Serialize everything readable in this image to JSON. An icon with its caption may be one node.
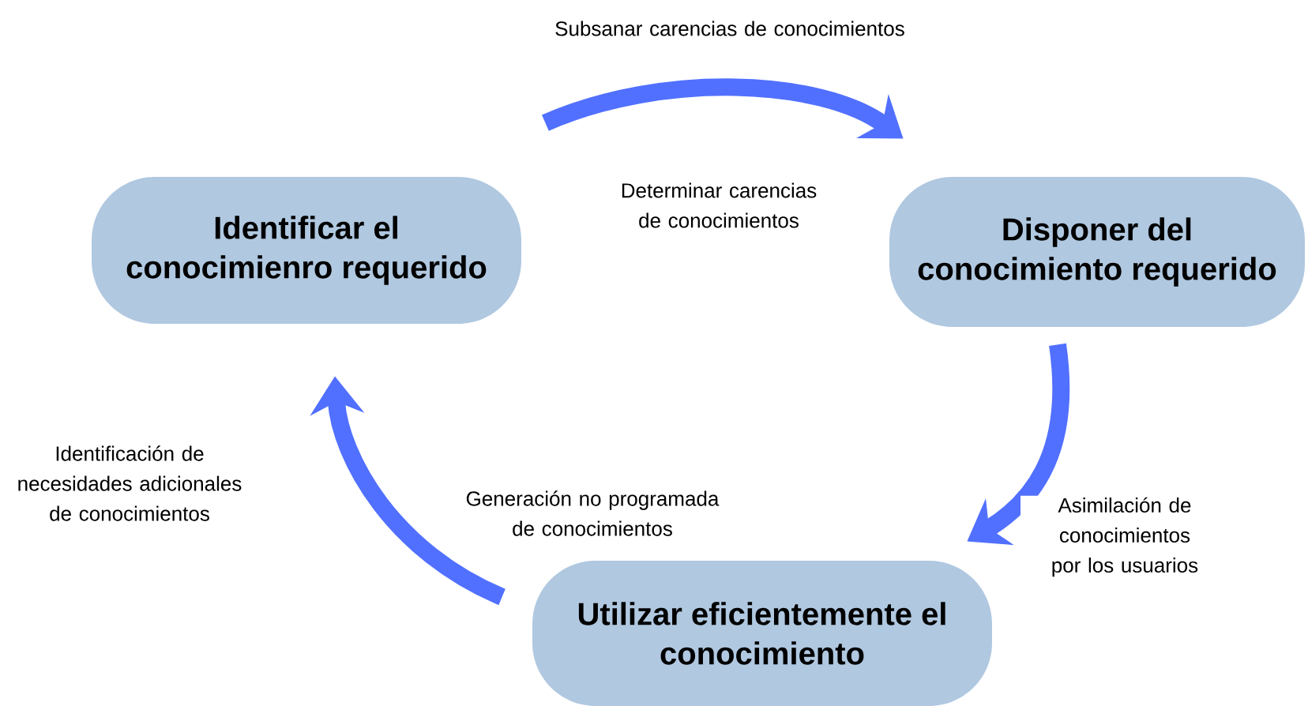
{
  "diagram": {
    "nodes": [
      {
        "text": [
          "Identificar el conocimienro requerido"
        ]
      },
      {
        "text": [
          "Disponer del conocimiento requerido"
        ]
      },
      {
        "text": [
          "Utilizar eficientemente el conocimiento"
        ]
      }
    ],
    "edges": [
      {
        "from": 0,
        "to": 1,
        "arrow": "to",
        "label": "Subsanar carencias de conocimientos"
      },
      {
        "from": 1,
        "to": 2,
        "arrow": "to",
        "label": "Asimilación de conocimientos por los usuarios"
      },
      {
        "from": 2,
        "to": 0,
        "arrow": "to",
        "label": "Identificación de necesidades adicionales de conocimientos"
      }
    ],
    "labels": [
      "Determinar carencias de conocimientos",
      "Generación no programada de conocimientos"
    ]
  }
}
